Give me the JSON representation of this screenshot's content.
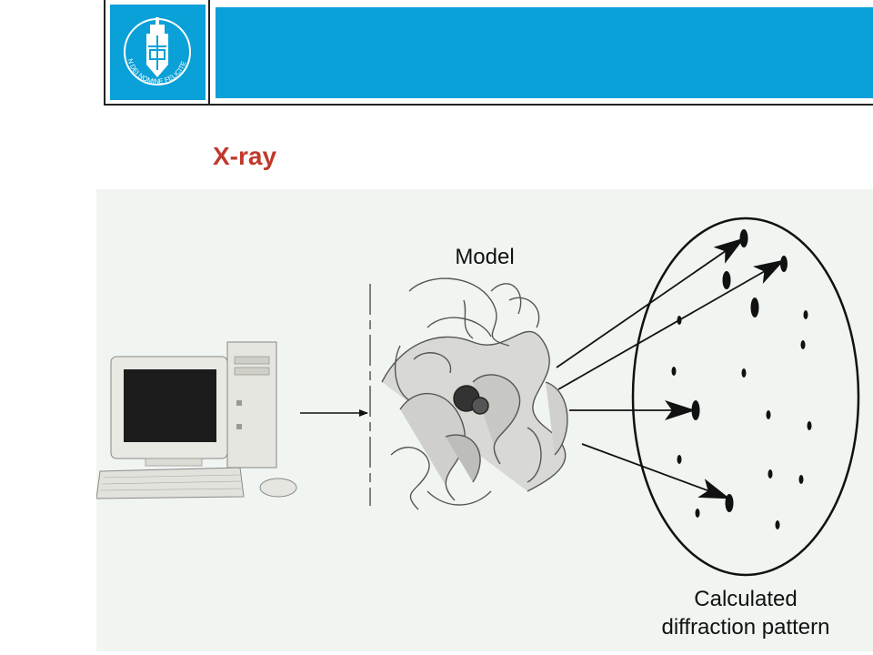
{
  "header": {
    "logo_name": "university-seal-logo",
    "logo_motto": "IN DEI NOMINE FELICITER",
    "brand_color": "#0aa0d8"
  },
  "slide": {
    "title": "X-ray",
    "title_color": "#c0392b"
  },
  "diagram": {
    "model_label": "Model",
    "pattern_label_line1": "Calculated",
    "pattern_label_line2": "diffraction pattern",
    "panel_color": "#f1f5f1"
  }
}
